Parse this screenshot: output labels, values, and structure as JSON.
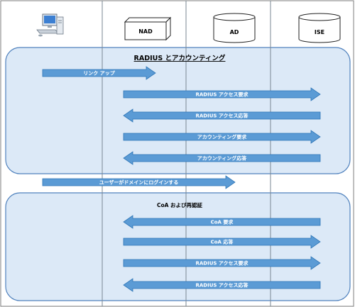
{
  "colors": {
    "arrow_fill": "#5b9bd5",
    "arrow_stroke": "#2e75b6",
    "panel_fill": "#dce9f7",
    "panel_stroke": "#4f81bd",
    "lifeline": "#7a8793",
    "frame": "#7f7f7f"
  },
  "entities": {
    "pc": {
      "icon": "desktop-computer-icon"
    },
    "nad": {
      "label": "NAD",
      "shape": "3d-box"
    },
    "ad": {
      "label": "AD",
      "shape": "cylinder"
    },
    "ise": {
      "label": "ISE",
      "shape": "cylinder"
    }
  },
  "groups": [
    {
      "title": "RADIUS とアカウンティング"
    },
    {
      "title": "CoA および再認証"
    }
  ],
  "messages": [
    {
      "label": "リンク アップ",
      "from": "pc",
      "to": "nad"
    },
    {
      "label": "RADIUS アクセス要求",
      "from": "nad",
      "to": "ise"
    },
    {
      "label": "RADIUS アクセス応答",
      "from": "ise",
      "to": "nad"
    },
    {
      "label": "アカウンティング要求",
      "from": "nad",
      "to": "ise"
    },
    {
      "label": "アカウンティング応答",
      "from": "ise",
      "to": "nad"
    },
    {
      "label": "ユーザーがドメインにログインする",
      "from": "pc",
      "to": "ad"
    },
    {
      "label": "CoA 要求",
      "from": "ise",
      "to": "nad"
    },
    {
      "label": "CoA 応答",
      "from": "nad",
      "to": "ise"
    },
    {
      "label": "RADIUS アクセス要求",
      "from": "nad",
      "to": "ise"
    },
    {
      "label": "RADIUS アクセス応答",
      "from": "ise",
      "to": "nad"
    }
  ]
}
